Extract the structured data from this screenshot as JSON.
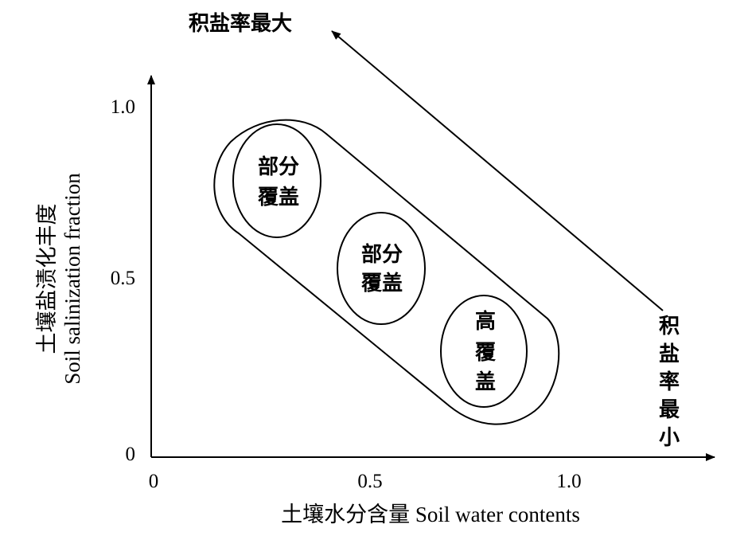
{
  "axes": {
    "x_title": "土壤水分含量 Soil water contents",
    "y_title_cn": "土壤盐渍化丰度",
    "y_title_en": "Soil salinization fraction",
    "x_ticks": [
      "0",
      "0.5",
      "1.0"
    ],
    "y_ticks": [
      "0",
      "0.5",
      "1.0"
    ]
  },
  "arrow": {
    "top_label": "积盐率最大",
    "bottom_label_chars": [
      "积",
      "盐",
      "率",
      "最",
      "小"
    ]
  },
  "ellipses": [
    {
      "lines": [
        "部分",
        "覆盖"
      ]
    },
    {
      "lines": [
        "部分",
        "覆盖"
      ]
    },
    {
      "lines": [
        "高",
        "覆",
        "盖"
      ]
    }
  ]
}
